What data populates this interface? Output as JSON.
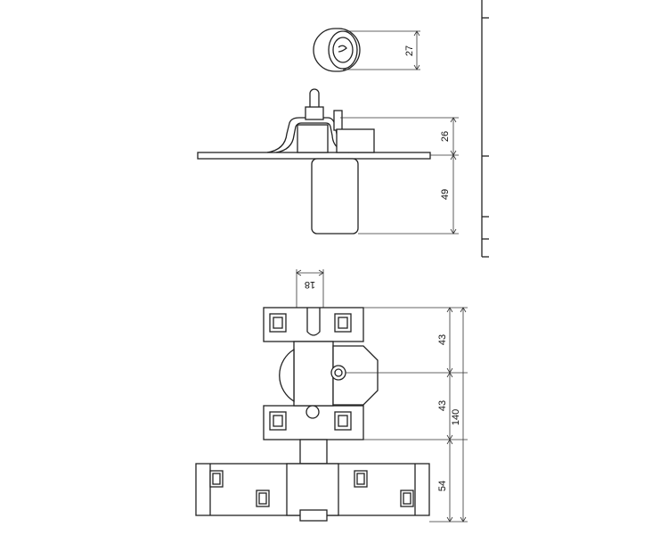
{
  "dimensions": {
    "cylinder_diameter": "27",
    "plate_height": "26",
    "cylinder_length": "49",
    "bolt_width": "18",
    "upper_half": "43",
    "lower_half": "43",
    "overall_height": "140",
    "strike_height": "54"
  }
}
